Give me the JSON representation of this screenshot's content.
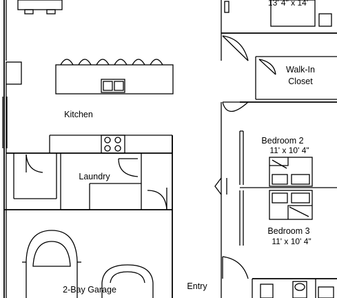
{
  "rooms": {
    "master_dim": "13' 4\" x 14'",
    "walkin_line1": "Walk-In",
    "walkin_line2": "Closet",
    "kitchen": "Kitchen",
    "laundry": "Laundry",
    "bedroom2": "Bedroom 2",
    "bedroom2_dim": "11' x 10' 4\"",
    "bedroom3": "Bedroom 3",
    "bedroom3_dim": "11' x 10' 4\"",
    "garage": "2-Bay Garage",
    "entry": "Entry"
  }
}
